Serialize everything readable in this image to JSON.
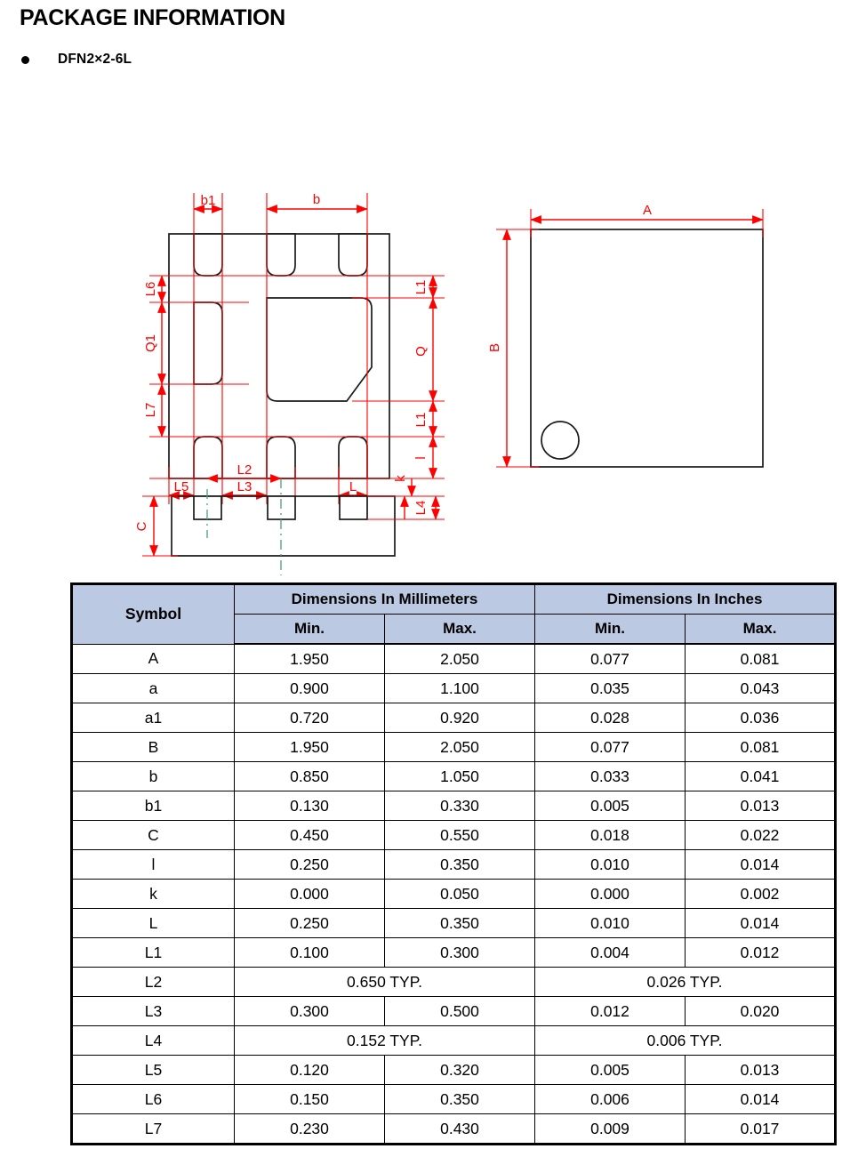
{
  "page": {
    "title": "PACKAGE INFORMATION",
    "package_name": "DFN2×2-6L",
    "bullet_icon": "bullet-dot-icon"
  },
  "drawings": {
    "bottom_view": {
      "name": "bottom-view-drawing",
      "labels": [
        "b1",
        "b",
        "L6",
        "Q1",
        "L7",
        "L1",
        "Q",
        "L1",
        "l",
        "L5",
        "L3",
        "L"
      ]
    },
    "top_view": {
      "name": "top-view-drawing",
      "labels": [
        "A",
        "B"
      ],
      "pin1_marker": "pin1-circle-icon"
    },
    "side_view": {
      "name": "side-view-drawing",
      "labels": [
        "C",
        "L2",
        "k",
        "L4"
      ]
    },
    "colors": {
      "dimension_line": "#ff0000",
      "outline": "#1a1a1a",
      "centerline": "#4a9d7f"
    }
  },
  "table": {
    "name": "package-dimensions-table",
    "header": {
      "symbol": "Symbol",
      "groups": [
        "Dimensions In Millimeters",
        "Dimensions In Inches"
      ],
      "subheaders": [
        "Min.",
        "Max.",
        "Min.",
        "Max."
      ]
    },
    "rows": [
      {
        "symbol": "A",
        "mm_min": "1.950",
        "mm_max": "2.050",
        "in_min": "0.077",
        "in_max": "0.081"
      },
      {
        "symbol": "a",
        "mm_min": "0.900",
        "mm_max": "1.100",
        "in_min": "0.035",
        "in_max": "0.043"
      },
      {
        "symbol": "a1",
        "mm_min": "0.720",
        "mm_max": "0.920",
        "in_min": "0.028",
        "in_max": "0.036"
      },
      {
        "symbol": "B",
        "mm_min": "1.950",
        "mm_max": "2.050",
        "in_min": "0.077",
        "in_max": "0.081"
      },
      {
        "symbol": "b",
        "mm_min": "0.850",
        "mm_max": "1.050",
        "in_min": "0.033",
        "in_max": "0.041"
      },
      {
        "symbol": "b1",
        "mm_min": "0.130",
        "mm_max": "0.330",
        "in_min": "0.005",
        "in_max": "0.013"
      },
      {
        "symbol": "C",
        "mm_min": "0.450",
        "mm_max": "0.550",
        "in_min": "0.018",
        "in_max": "0.022"
      },
      {
        "symbol": "l",
        "mm_min": "0.250",
        "mm_max": "0.350",
        "in_min": "0.010",
        "in_max": "0.014"
      },
      {
        "symbol": "k",
        "mm_min": "0.000",
        "mm_max": "0.050",
        "in_min": "0.000",
        "in_max": "0.002"
      },
      {
        "symbol": "L",
        "mm_min": "0.250",
        "mm_max": "0.350",
        "in_min": "0.010",
        "in_max": "0.014"
      },
      {
        "symbol": "L1",
        "mm_min": "0.100",
        "mm_max": "0.300",
        "in_min": "0.004",
        "in_max": "0.012"
      },
      {
        "symbol": "L2",
        "mm_typ": "0.650 TYP.",
        "in_typ": "0.026 TYP.",
        "span": true
      },
      {
        "symbol": "L3",
        "mm_min": "0.300",
        "mm_max": "0.500",
        "in_min": "0.012",
        "in_max": "0.020"
      },
      {
        "symbol": "L4",
        "mm_typ": "0.152 TYP.",
        "in_typ": "0.006 TYP.",
        "span": true
      },
      {
        "symbol": "L5",
        "mm_min": "0.120",
        "mm_max": "0.320",
        "in_min": "0.005",
        "in_max": "0.013"
      },
      {
        "symbol": "L6",
        "mm_min": "0.150",
        "mm_max": "0.350",
        "in_min": "0.006",
        "in_max": "0.014"
      },
      {
        "symbol": "L7",
        "mm_min": "0.230",
        "mm_max": "0.430",
        "in_min": "0.009",
        "in_max": "0.017"
      }
    ]
  }
}
